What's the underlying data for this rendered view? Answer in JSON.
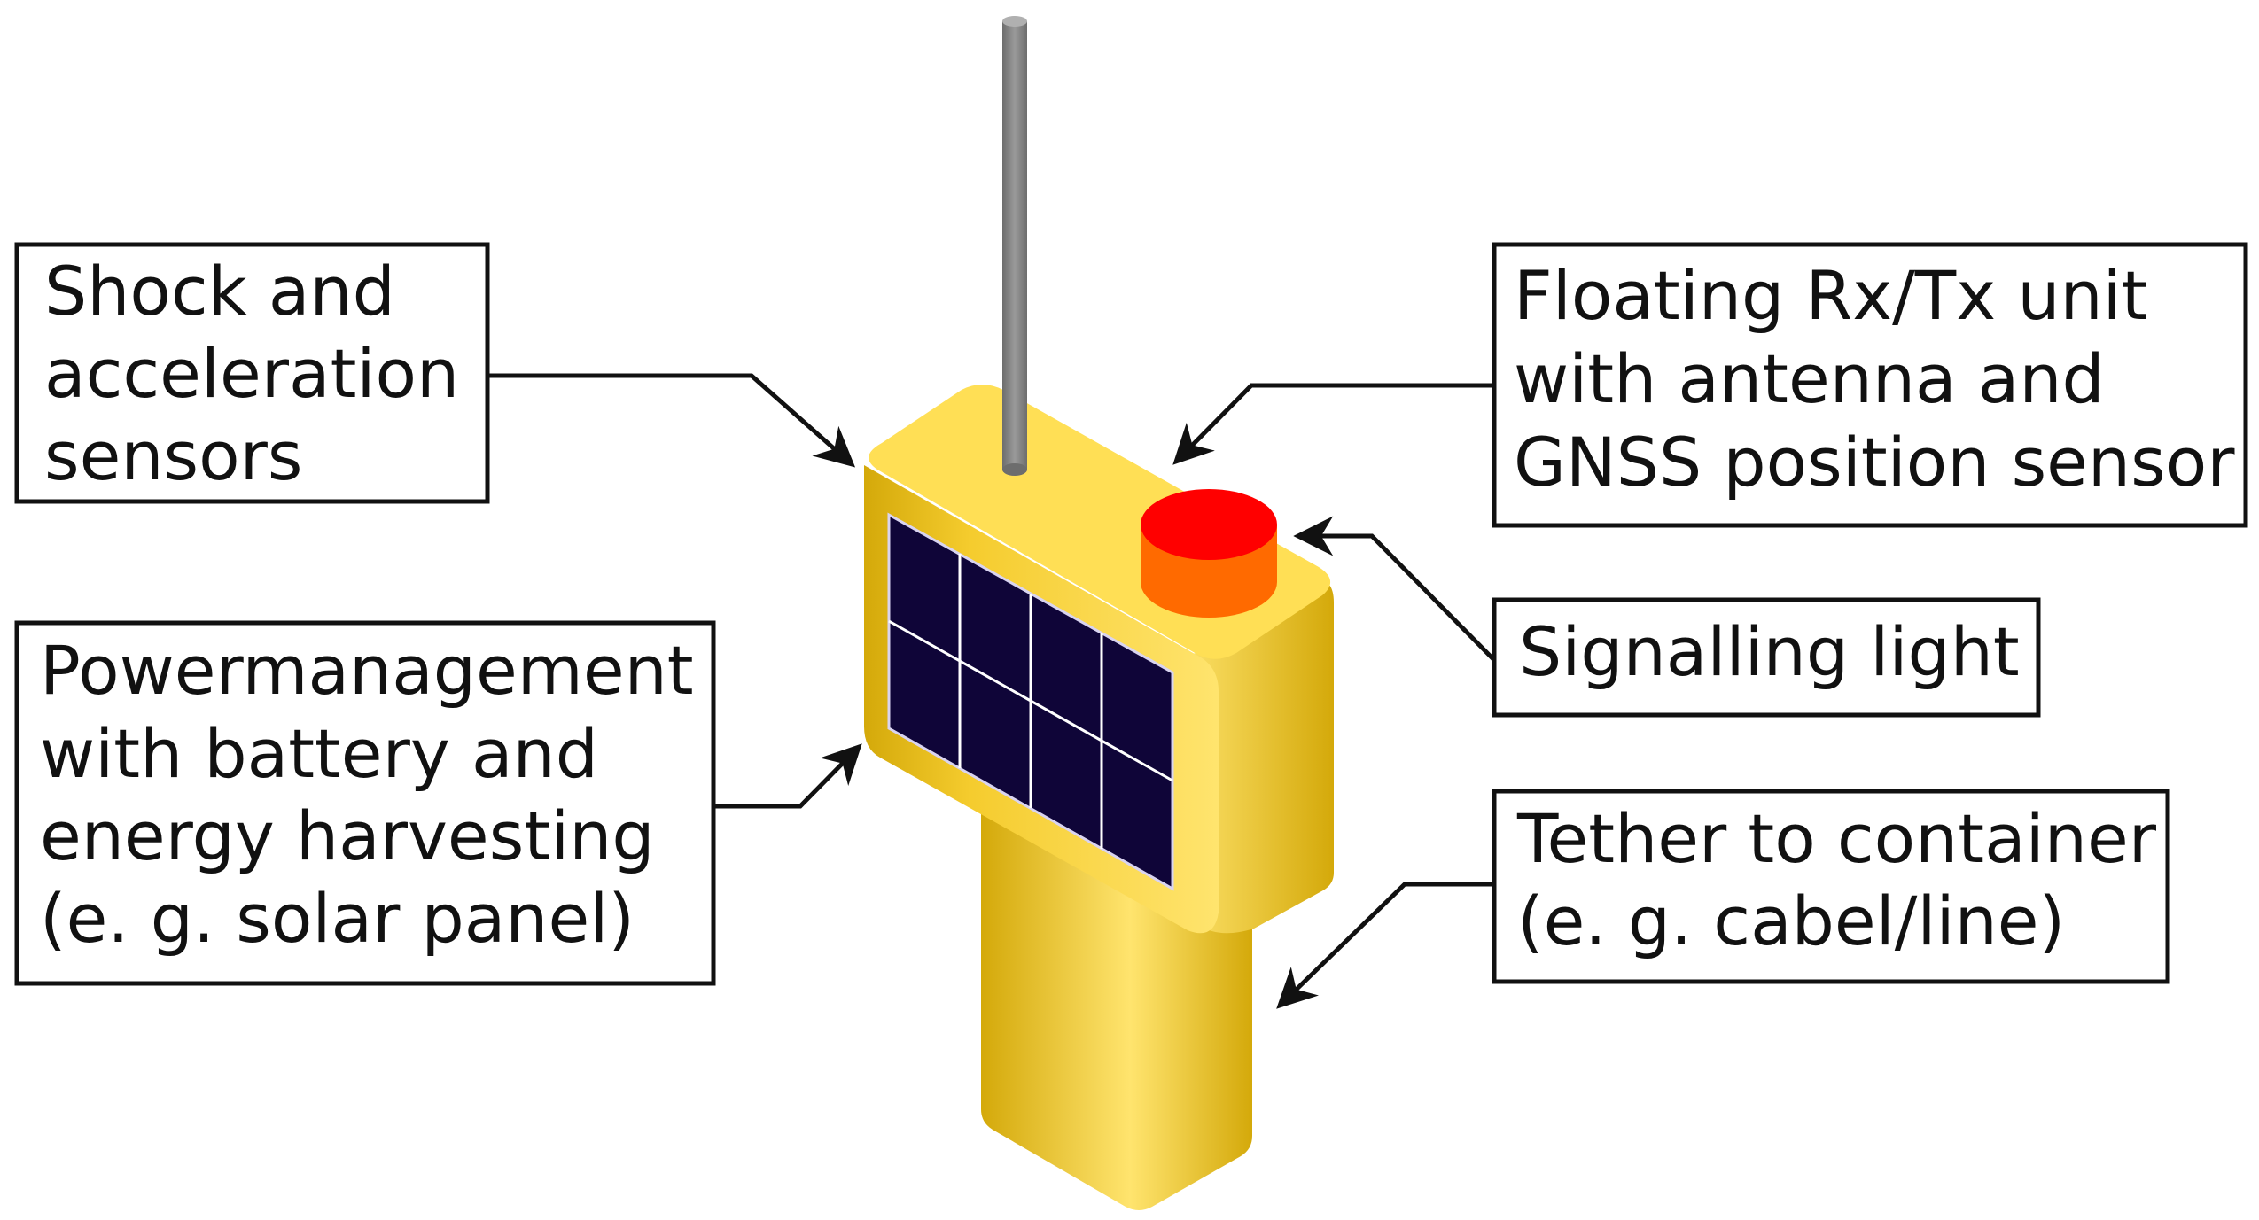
{
  "labels": {
    "shock": [
      "Shock and",
      "acceleration",
      "sensors"
    ],
    "power": [
      "Powermanagement",
      "with battery and",
      "energy harvesting",
      "(e. g. solar panel)"
    ],
    "floating": [
      "Floating Rx/Tx unit",
      "with antenna and",
      "GNSS position sensor"
    ],
    "light": [
      "Signalling light"
    ],
    "tether": [
      "Tether to container",
      "(e. g. cabel/line)"
    ]
  },
  "colors": {
    "body_yellow": "#f5cc2e",
    "body_light": "#ffe46e",
    "body_dark": "#d4a90a",
    "solar_cell": "#0f0538",
    "solar_grid": "#ffffff",
    "light_top": "#ff0000",
    "light_side": "#ff6a00",
    "antenna": "#888888",
    "outline": "#111111"
  },
  "icons": {
    "device": "floating-beacon-icon",
    "antenna": "antenna-icon",
    "solar": "solar-panel-icon",
    "light": "signal-light-icon"
  }
}
